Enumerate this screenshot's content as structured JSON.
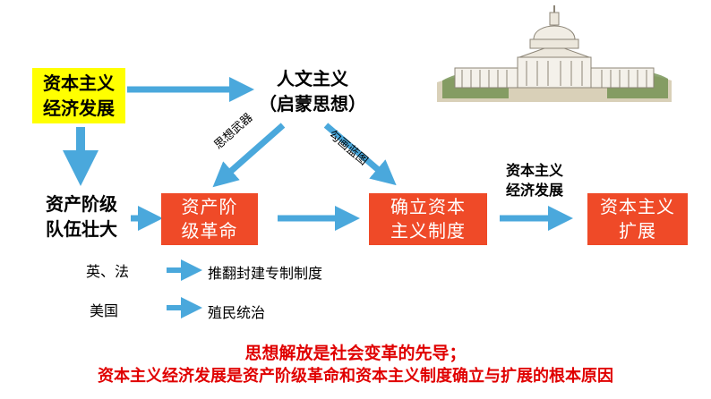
{
  "nodes": {
    "economy_start": [
      "资本主义",
      "经济发展"
    ],
    "humanism": [
      "人文主义",
      "（启蒙思想）"
    ],
    "bourgeoisie": [
      "资产阶级",
      "队伍壮大"
    ],
    "revolution": [
      "资产阶",
      "级革命"
    ],
    "establish": [
      "确立资本",
      "主义制度"
    ],
    "expand": [
      "资本主义",
      "扩展"
    ],
    "economy_mid": [
      "资本主义",
      "经济发展"
    ]
  },
  "edge_labels": {
    "weapon": "思想武器",
    "blueprint": "勾画蓝图"
  },
  "branches": [
    {
      "country": "英、法",
      "result": "推翻封建专制制度"
    },
    {
      "country": "美国",
      "result": "殖民统治"
    }
  ],
  "conclusion": {
    "line1": "思想解放是社会变革的先导；",
    "line2": "资本主义经济发展是资产阶级革命和资本主义制度确立与扩展的根本原因"
  },
  "colors": {
    "arrow": "#4aa8dc",
    "box": "#ef4a28",
    "highlight": "#ffff00",
    "conclusion": "#e00000"
  },
  "image": {
    "icon": "capitol-building-sketch"
  }
}
